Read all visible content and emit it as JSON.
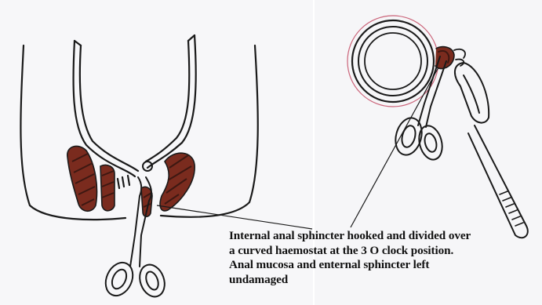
{
  "colors": {
    "ink": "#1a1a1a",
    "muscle": "#7a2b1e",
    "muscle_stripe": "#3d1812",
    "background": "#f7f7f9",
    "red_pencil": "#c0405a"
  },
  "caption": {
    "lines": [
      "Internal anal sphincter hooked and divided over",
      "a curved haemostat at the 3 O clock position.",
      "Anal mucosa and enternal sphincter left",
      "undamaged"
    ]
  },
  "icons": [
    "curved-haemostat-icon",
    "scalpel-icon",
    "anoscope-icon"
  ]
}
